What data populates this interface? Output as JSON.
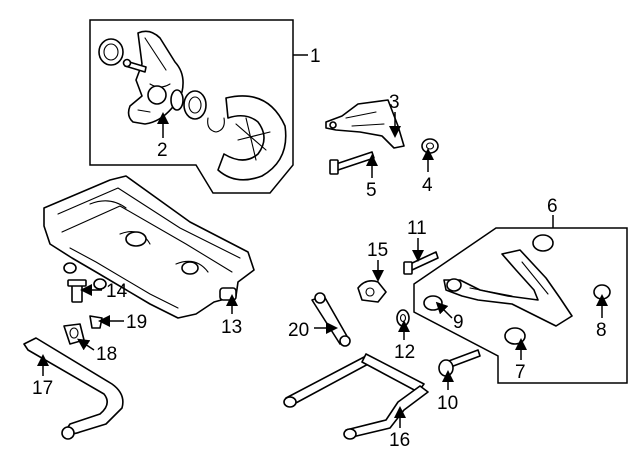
{
  "callouts": {
    "c1": "1",
    "c2": "2",
    "c3": "3",
    "c4": "4",
    "c5": "5",
    "c6": "6",
    "c7": "7",
    "c8": "8",
    "c9": "9",
    "c10": "10",
    "c11": "11",
    "c12": "12",
    "c13": "13",
    "c14": "14",
    "c15": "15",
    "c16": "16",
    "c17": "17",
    "c18": "18",
    "c19": "19",
    "c20": "20"
  },
  "colors": {
    "ink": "#000000",
    "paper": "#ffffff",
    "shade": "#d9d9d9"
  }
}
